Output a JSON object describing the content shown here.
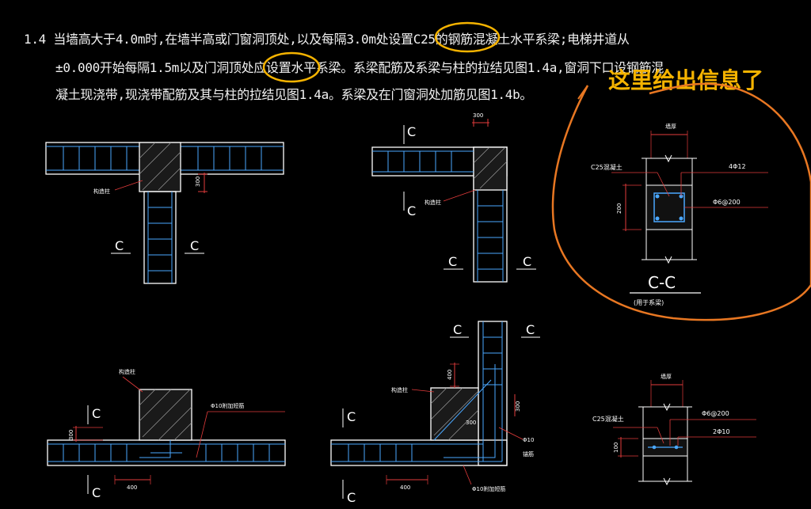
{
  "note": {
    "line1": "1.4  当墙高大于4.0m时,在墙半高或门窗洞顶处,以及每隔3.0m处设置C25的钢筋混凝土水平系梁;电梯井道从",
    "line2": "±0.000开始每隔1.5m以及门洞顶处应设置水平系梁。系梁配筋及系梁与柱的拉结见图1.4a,窗洞下口设钢筋混",
    "line3": "凝土现浇带,现浇带配筋及其与柱的拉结见图1.4a。系梁及在门窗洞处加筋见图1.4b。"
  },
  "annotation": "这里给出信息了",
  "labels": {
    "C": "C",
    "section_title": "C-C",
    "section_sub": "(用于系梁)",
    "c25": "C25混凝土",
    "bar_4_12": "4Φ12",
    "stirrup_6_200": "Φ6@200",
    "dim_200": "200",
    "dim_300": "300",
    "dim_400": "400",
    "dim_100": "100",
    "wall_thk": "墙厚",
    "ctor_col": "构造柱",
    "add_bar_10": "Φ10附加短筋",
    "phi10": "Φ10",
    "anchor": "锚筋",
    "stirrup_6_200b": "Φ6@200",
    "bar_2_10": "2Φ10"
  },
  "colors": {
    "background": "#000000",
    "wall": "#ffffff",
    "rebar": "#4aa8ff",
    "dimension": "#e23b3b",
    "annotation": "#f5b300",
    "highlight": "#f5b300",
    "cloud": "#e87722",
    "concrete": "#9a9a9a"
  }
}
